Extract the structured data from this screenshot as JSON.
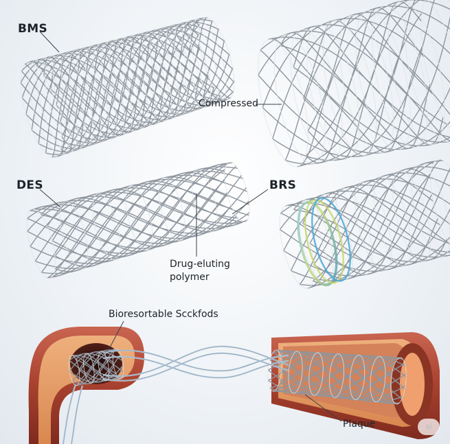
{
  "labels": {
    "bms": "BMS",
    "compressed": "Compressed",
    "des": "DES",
    "brs": "BRS",
    "drug_line1": "Drug-eluting",
    "drug_line2": "polymer",
    "bioresorbable": "Bioresortable Scckfods",
    "plaque": "Plaque"
  },
  "watermark": "ai",
  "colors": {
    "wire": "#8e969e",
    "wire_highlight": "#dfe3e7",
    "vessel_outer": "#b85240",
    "vessel_inner": "#e8a070",
    "lumen": "#3a1612",
    "polymer_blue": "#4aa9d6",
    "polymer_green": "#c5d86a"
  }
}
